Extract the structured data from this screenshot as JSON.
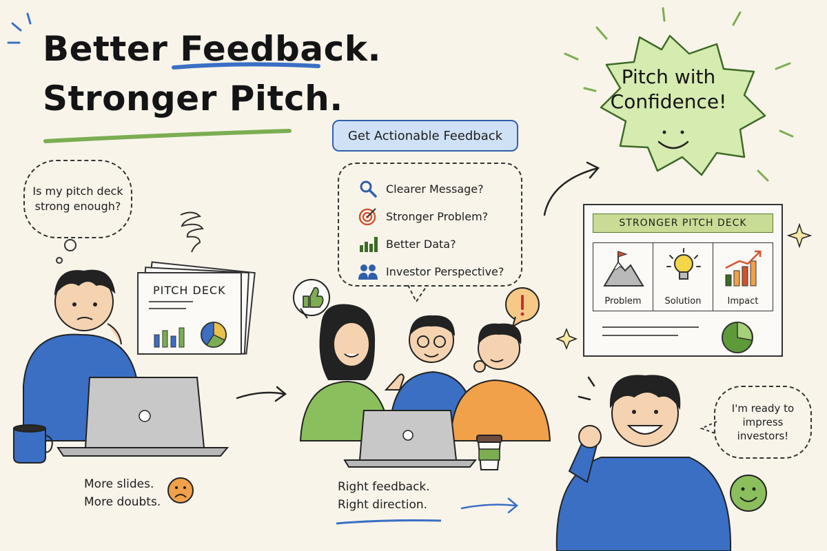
{
  "title": {
    "line1": "Better Feedback.",
    "line2": "Stronger Pitch."
  },
  "panel_1": {
    "thought": "Is my pitch deck strong enough?",
    "deck_label": "PITCH DECK",
    "caption_line1": "More slides.",
    "caption_line2": "More doubts."
  },
  "panel_2": {
    "banner": "Get Actionable Feedback",
    "items": [
      {
        "icon": "magnifier-icon",
        "label": "Clearer Message?"
      },
      {
        "icon": "target-icon",
        "label": "Stronger Problem?"
      },
      {
        "icon": "bar-chart-icon",
        "label": "Better Data?"
      },
      {
        "icon": "people-icon",
        "label": "Investor Perspective?"
      }
    ],
    "caption_line1": "Right feedback.",
    "caption_line2": "Right direction."
  },
  "panel_3": {
    "burst_line1": "Pitch with",
    "burst_line2": "Confidence!",
    "deck_title": "STRONGER PITCH DECK",
    "cards": [
      {
        "icon": "mountain-flag-icon",
        "label": "Problem"
      },
      {
        "icon": "lightbulb-icon",
        "label": "Solution"
      },
      {
        "icon": "growth-chart-icon",
        "label": "Impact"
      }
    ],
    "speech": "I'm ready to impress investors!"
  },
  "colors": {
    "background": "#f8f4ea",
    "blue": "#3a6fc4",
    "green": "#7cad52",
    "orange": "#f0a14a",
    "burst": "#d6ebb0"
  }
}
